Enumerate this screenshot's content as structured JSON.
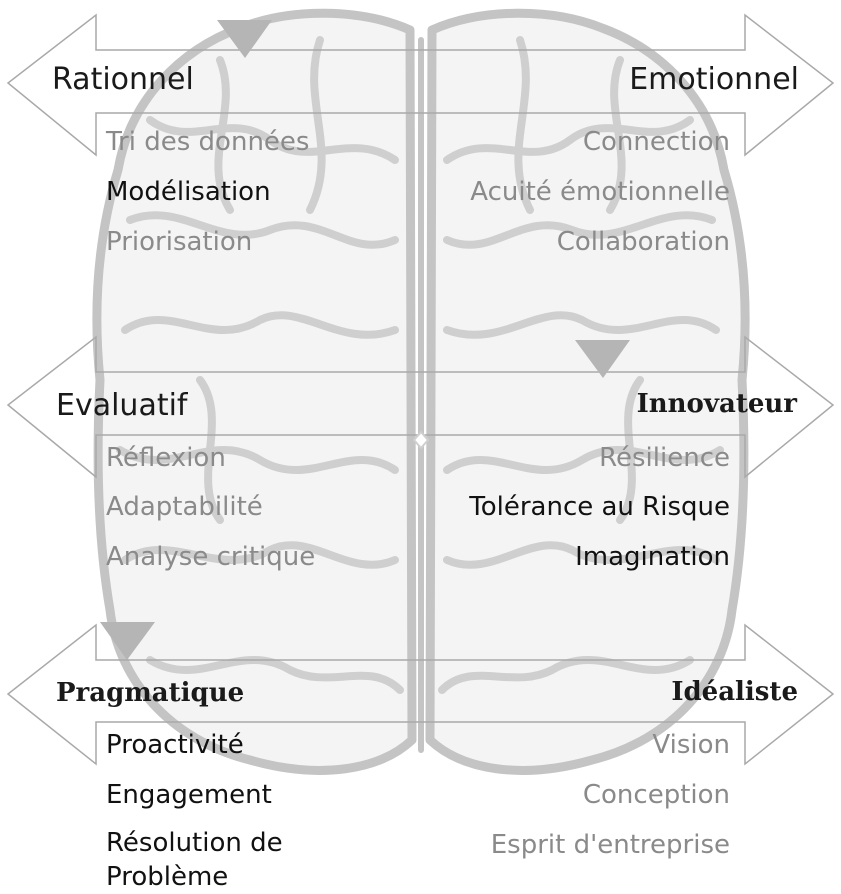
{
  "colors": {
    "accent_text": "#111111",
    "muted_text": "#8a8a8a",
    "arrow_stroke": "#a8a8a8",
    "brain_stroke": "#c2c2c2",
    "marker_fill": "#b3b3b3"
  },
  "icons": [
    "brain-illustration",
    "double-headed-arrow",
    "triangle-marker"
  ],
  "rows": [
    {
      "left_heading": "Rationnel",
      "right_heading": "Emotionnel",
      "left_items": [
        "Tri des données",
        "Modélisation",
        "Priorisation"
      ],
      "right_items": [
        "Connection",
        "Acuité émotionnelle",
        "Collaboration"
      ]
    },
    {
      "left_heading": "Evaluatif",
      "right_heading": "Innovateur",
      "left_items": [
        "Réflexion",
        "Adaptabilité",
        "Analyse critique"
      ],
      "right_items": [
        "Résilience",
        "Tolérance au Risque",
        "Imagination"
      ]
    },
    {
      "left_heading": "Pragmatique",
      "right_heading": "Idéaliste",
      "left_items": [
        "Proactivité",
        "Engagement",
        "Résolution de Problème"
      ],
      "right_items": [
        "Vision",
        "Conception",
        "Esprit d'entreprise"
      ]
    }
  ]
}
